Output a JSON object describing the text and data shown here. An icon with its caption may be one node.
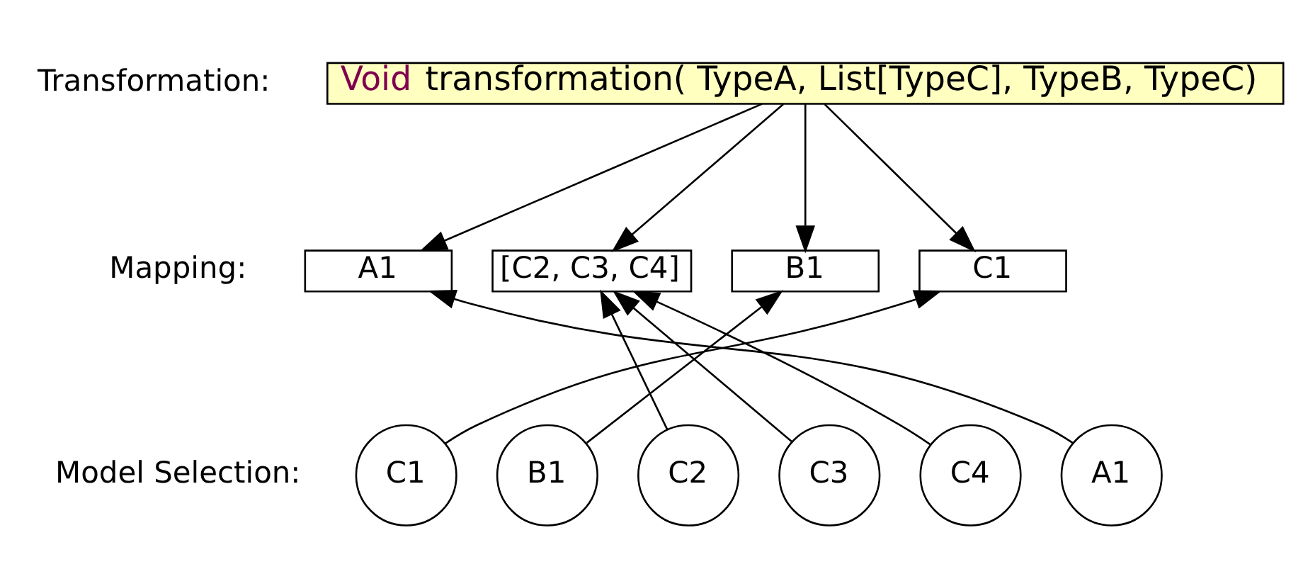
{
  "diagram": {
    "nodes": [
      {
        "text": [
          "Void transformation( TypeA, List[TypeC], TypeB, TypeC)"
        ]
      },
      {
        "text": [
          "A1"
        ]
      },
      {
        "text": [
          "[C2, C3, C4]"
        ]
      },
      {
        "text": [
          "B1"
        ]
      },
      {
        "text": [
          "C1"
        ]
      },
      {
        "text": [
          "C1"
        ]
      },
      {
        "text": [
          "B1"
        ]
      },
      {
        "text": [
          "C2"
        ]
      },
      {
        "text": [
          "C3"
        ]
      },
      {
        "text": [
          "C4"
        ]
      },
      {
        "text": [
          "A1"
        ]
      }
    ],
    "edges": [
      {
        "from": 0,
        "to": 1,
        "arrow": "to"
      },
      {
        "from": 0,
        "to": 2,
        "arrow": "to"
      },
      {
        "from": 0,
        "to": 3,
        "arrow": "to"
      },
      {
        "from": 0,
        "to": 4,
        "arrow": "to"
      },
      {
        "from": 5,
        "to": 4,
        "arrow": "to"
      },
      {
        "from": 6,
        "to": 3,
        "arrow": "to"
      },
      {
        "from": 7,
        "to": 2,
        "arrow": "to"
      },
      {
        "from": 8,
        "to": 2,
        "arrow": "to"
      },
      {
        "from": 9,
        "to": 2,
        "arrow": "to"
      },
      {
        "from": 10,
        "to": 1,
        "arrow": "to"
      }
    ],
    "labels": [
      "Transformation:",
      "Mapping:",
      "Model Selection:"
    ]
  }
}
